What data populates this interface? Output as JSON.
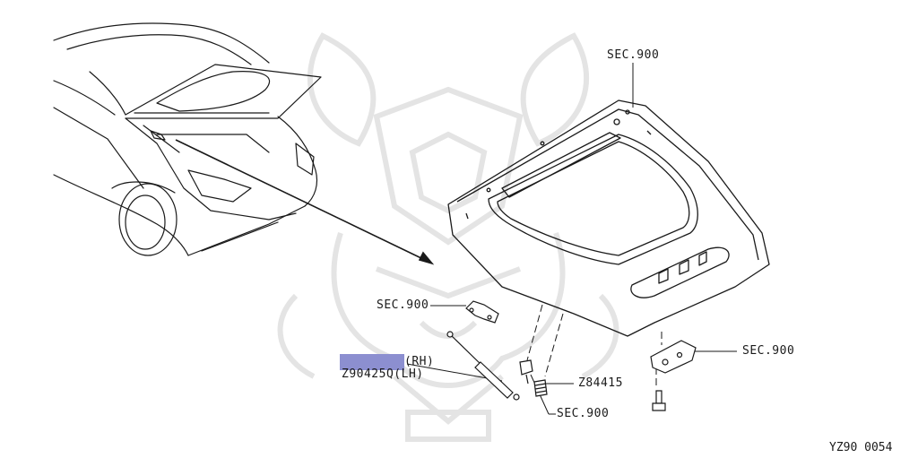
{
  "labels": {
    "sec_top": "SEC.900",
    "sec_hinge": "SEC.900",
    "sec_latch": "SEC.900",
    "sec_bumper": "SEC.900",
    "bumper_part": "Z84415",
    "stay_rh_suffix": "(RH)",
    "stay_lh": "Z90425Q(LH)",
    "diagram_code": "YZ90 0054"
  },
  "colors": {
    "line": "#1a1a1a",
    "highlight": "#8c8fd0",
    "watermark": "#e6e6e6"
  }
}
